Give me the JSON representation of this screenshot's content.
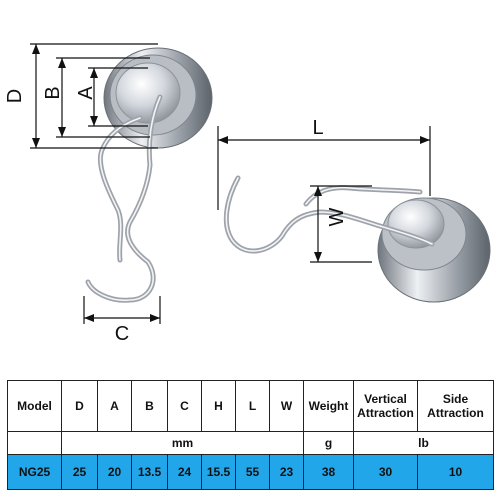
{
  "diagram": {
    "labels": {
      "D": "D",
      "B": "B",
      "A": "A",
      "C": "C",
      "L": "L",
      "W": "W"
    }
  },
  "table": {
    "headers": [
      "Model",
      "D",
      "A",
      "B",
      "C",
      "H",
      "L",
      "W",
      "Weight",
      "Vertical Attraction",
      "Side Attraction"
    ],
    "units": {
      "mm": "mm",
      "g": "g",
      "lb": "lb"
    },
    "row": {
      "model": "NG25",
      "D": "25",
      "A": "20",
      "B": "13.5",
      "C": "24",
      "H": "15.5",
      "L": "55",
      "W": "23",
      "weight": "38",
      "vertical": "30",
      "side": "10"
    }
  },
  "colors": {
    "row_highlight": "#22a6ea",
    "metal": "#c8ccd2",
    "line": "#111111"
  }
}
